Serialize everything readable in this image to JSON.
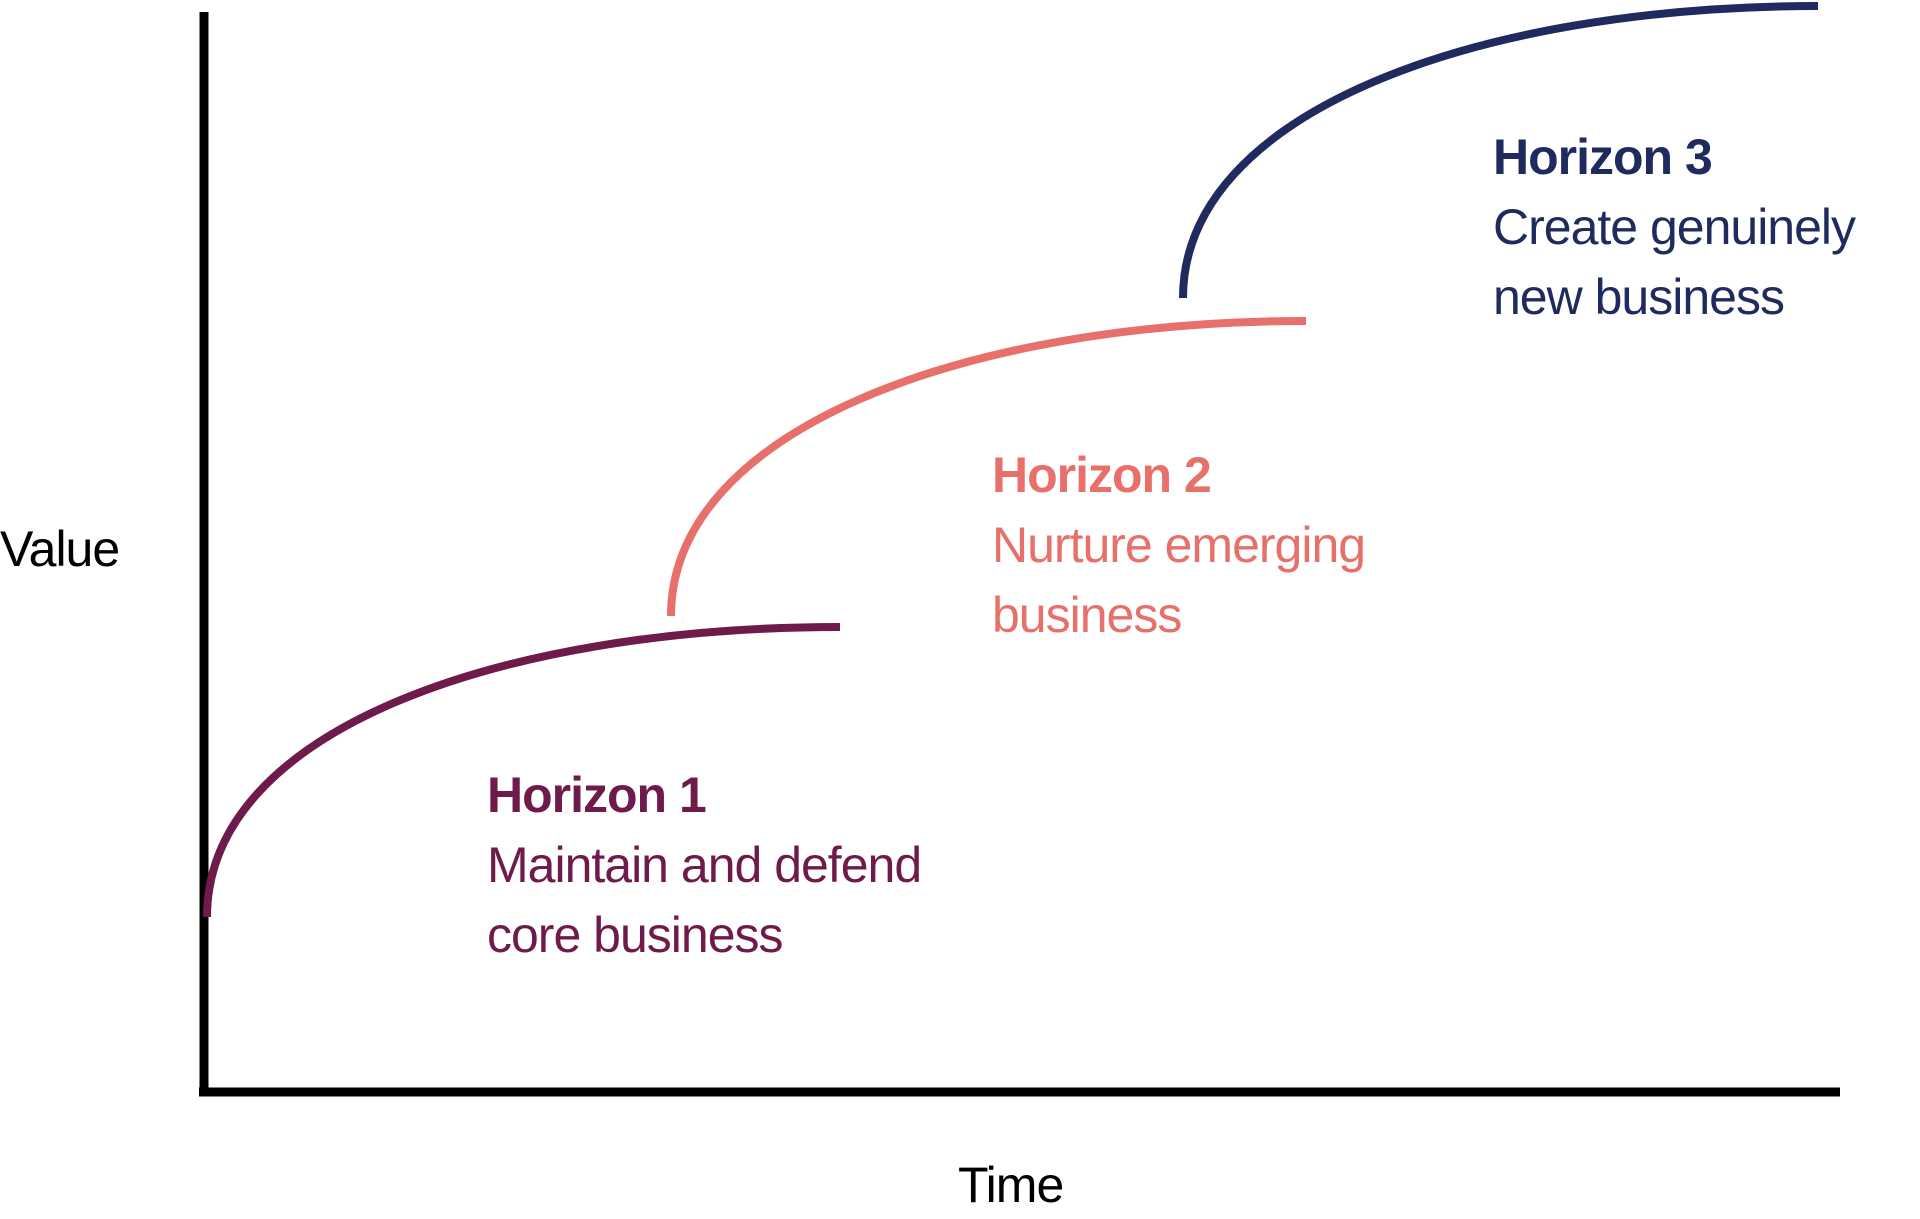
{
  "axes": {
    "y_label": "Value",
    "x_label": "Time"
  },
  "horizons": [
    {
      "title": "Horizon 1",
      "line1": "Maintain and defend",
      "line2": "core business",
      "color": "#6e1a4a"
    },
    {
      "title": "Horizon 2",
      "line1": "Nurture emerging",
      "line2": "business",
      "color": "#e8706b"
    },
    {
      "title": "Horizon 3",
      "line1": "Create genuinely",
      "line2": "new business",
      "color": "#1f2a5e"
    }
  ]
}
